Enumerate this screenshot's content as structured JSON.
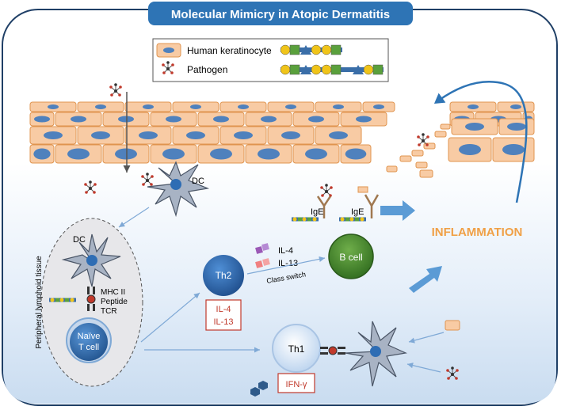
{
  "title": "Molecular Mimicry in Atopic Dermatitis",
  "legend": {
    "keratinocyte": "Human keratinocyte",
    "pathogen": "Pathogen"
  },
  "labels": {
    "dc_skin": "DC",
    "dc_lymph": "DC",
    "mhc": "MHC II",
    "peptide": "Peptide",
    "tcr": "TCR",
    "naive_line1": "Naïve",
    "naive_line2": "T cell",
    "lymph_tissue": "Peripheral lymphoid tissue",
    "th2": "Th2",
    "th2_cytokine1": "IL-4",
    "th2_cytokine2": "IL-13",
    "th1": "Th1",
    "th1_cytokine": "IFN-γ",
    "il4": "IL-4",
    "il13": "IL-13",
    "class_switch": "Class switch",
    "bcell": "B cell",
    "ige1": "IgE",
    "ige2": "IgE",
    "inflammation": "INFLAMMATION"
  },
  "colors": {
    "title_bg": "#2e74b5",
    "keratinocyte_fill": "#f8cba4",
    "keratinocyte_stroke": "#e0944f",
    "nucleus": "#4f81bd",
    "dermis": "#dce8f5",
    "inflammation": "#f0a046",
    "cytokine_box": "#c0392b",
    "bcell": "#4e8b2f",
    "arrow": "#5b9bd5"
  }
}
